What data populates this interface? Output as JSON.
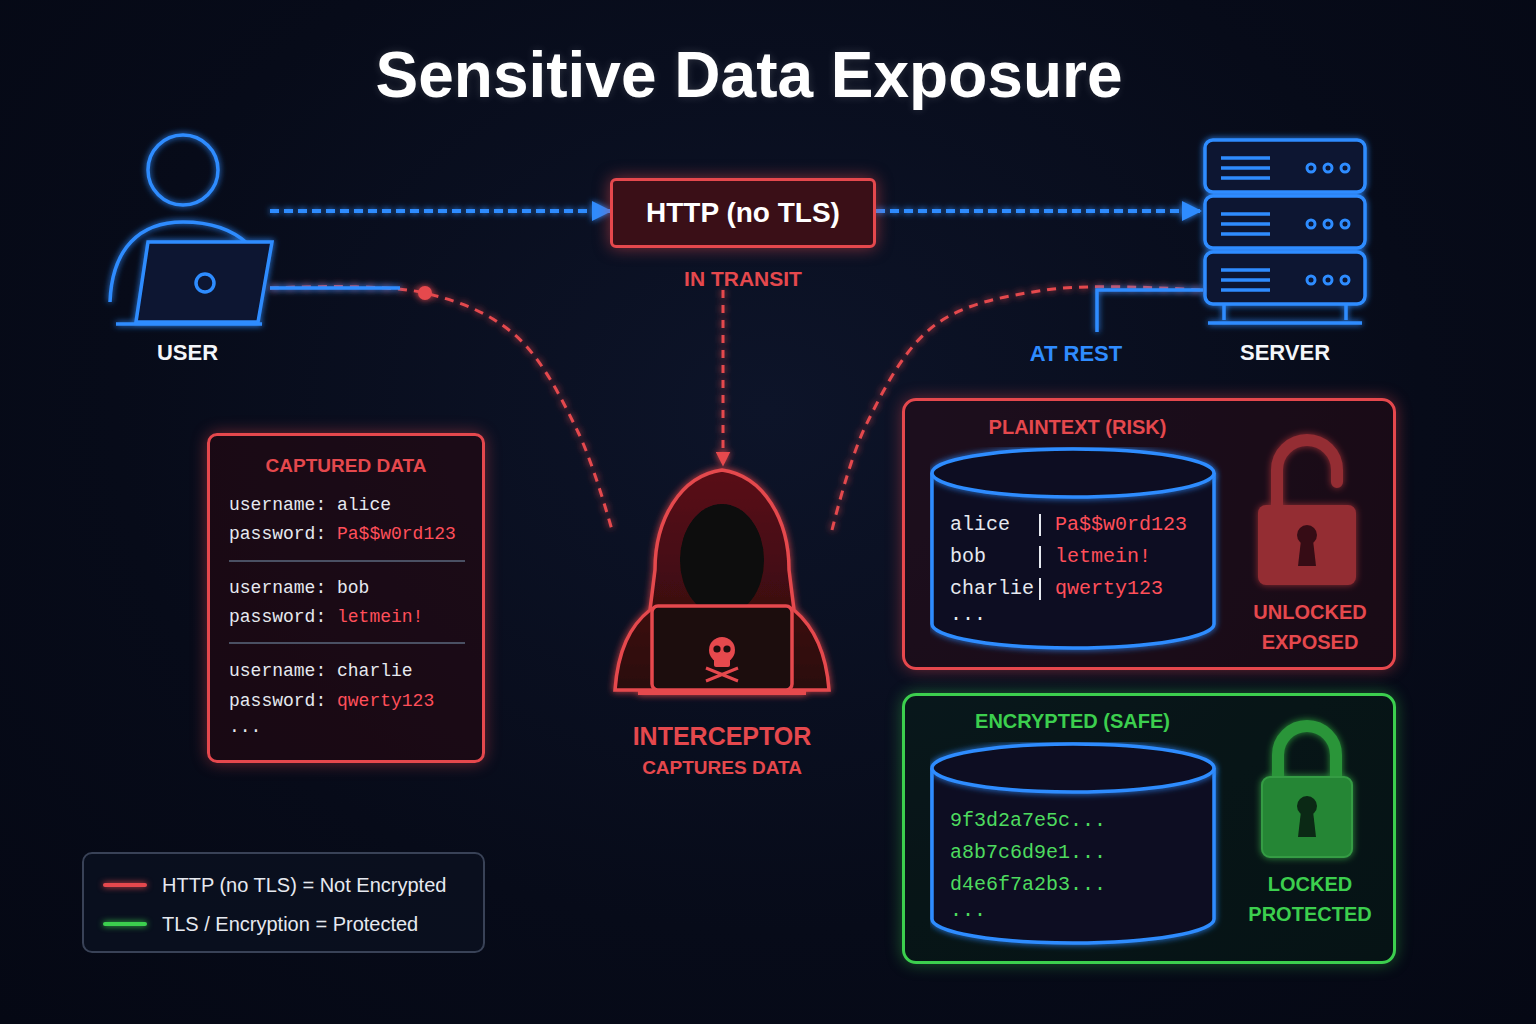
{
  "diagram": {
    "title": "Sensitive Data Exposure",
    "nodes": [
      {
        "text": [
          "USER"
        ]
      },
      {
        "text": [
          "HTTP (no TLS)",
          "IN TRANSIT"
        ]
      },
      {
        "text": [
          "SERVER"
        ]
      },
      {
        "text": [
          "CAPTURED DATA",
          "username: alice",
          "password:",
          "Pa$$w0rd123",
          "username: bob",
          "password:",
          "letmein!",
          "username: charlie",
          "password:",
          "qwerty123",
          "..."
        ]
      },
      {
        "text": [
          "INTERCEPTOR",
          "CAPTURES DATA"
        ]
      },
      {
        "text": [
          "PLAINTEXT (RISK)"
        ]
      },
      {
        "text": [
          "alice",
          "Pa$$w0rd123",
          "bob",
          "letmein!",
          "charlie",
          "qwerty123",
          "..."
        ],
        "in": 5
      },
      {
        "text": [
          "UNLOCKED EXPOSED"
        ],
        "in": 5
      },
      {
        "text": [
          "ENCRYPTED (SAFE)"
        ]
      },
      {
        "text": [
          "9f3d2a7e5c...",
          "a8b7c6d9e1...",
          "d4e6f7a2b3...",
          "..."
        ],
        "in": 8
      },
      {
        "text": [
          "LOCKED PROTECTED"
        ],
        "in": 8
      }
    ],
    "edges": [
      {
        "from": 0,
        "to": 1,
        "arrow": "to"
      },
      {
        "from": 1,
        "to": 2,
        "arrow": "to"
      },
      {
        "from": 1,
        "to": 4,
        "arrow": "to"
      },
      {
        "from": 0,
        "to": 4,
        "arrow": "none"
      },
      {
        "from": 2,
        "to": 4,
        "arrow": "none"
      }
    ],
    "labels": [
      "AT REST"
    ],
    "legend": [
      {
        "text": "HTTP (no TLS) = Not Encrypted"
      },
      {
        "text": "TLS / Encryption = Protected"
      }
    ]
  }
}
